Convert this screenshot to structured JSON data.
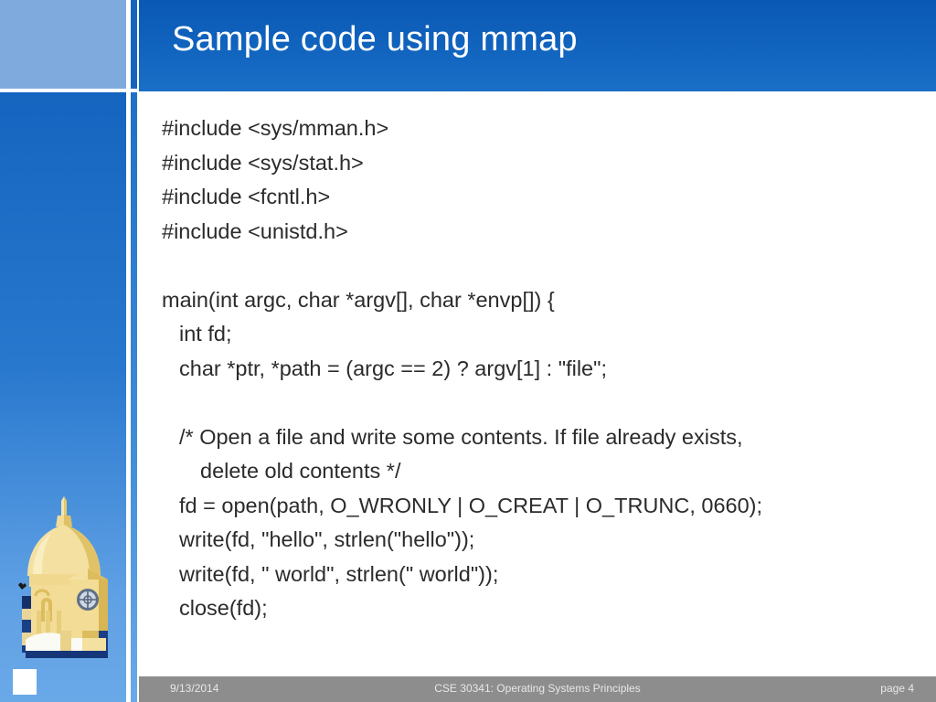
{
  "slide": {
    "title": "Sample code using mmap",
    "code_lines": [
      {
        "text": "#include <sys/mman.h>",
        "indent": 0
      },
      {
        "text": "#include <sys/stat.h>",
        "indent": 0
      },
      {
        "text": "#include <fcntl.h>",
        "indent": 0
      },
      {
        "text": "#include <unistd.h>",
        "indent": 0
      },
      {
        "text": "",
        "indent": 0
      },
      {
        "text": "main(int argc, char *argv[], char *envp[]) {",
        "indent": 0
      },
      {
        "text": "int fd;",
        "indent": 1
      },
      {
        "text": "char *ptr, *path = (argc == 2) ? argv[1] : \"file\";",
        "indent": 1
      },
      {
        "text": "",
        "indent": 0
      },
      {
        "text": "/* Open a file and write some contents. If file already exists,",
        "indent": 1
      },
      {
        "text": "delete old contents */",
        "indent": 2
      },
      {
        "text": "fd = open(path, O_WRONLY | O_CREAT | O_TRUNC, 0660);",
        "indent": 1
      },
      {
        "text": "write(fd, \"hello\", strlen(\"hello\"));",
        "indent": 1
      },
      {
        "text": "write(fd, \" world\", strlen(\" world\"));",
        "indent": 1
      },
      {
        "text": "close(fd);",
        "indent": 1
      }
    ]
  },
  "footer": {
    "date": "9/13/2014",
    "center": "CSE 30341: Operating Systems Principles",
    "page": "page 4"
  },
  "theme": {
    "title_bar_color": "#0f61bc",
    "sidebar_light_block": "#7faade",
    "sidebar_gradient_top": "#1565c0",
    "sidebar_gradient_bottom": "#6aa9e8",
    "footer_bar_color": "#8d8d8d",
    "body_text_color": "#2b2b2b",
    "title_text_color": "#ffffff",
    "dome_gold": "#f2dc96"
  },
  "logo": {
    "name": "notre-dame-golden-dome"
  }
}
